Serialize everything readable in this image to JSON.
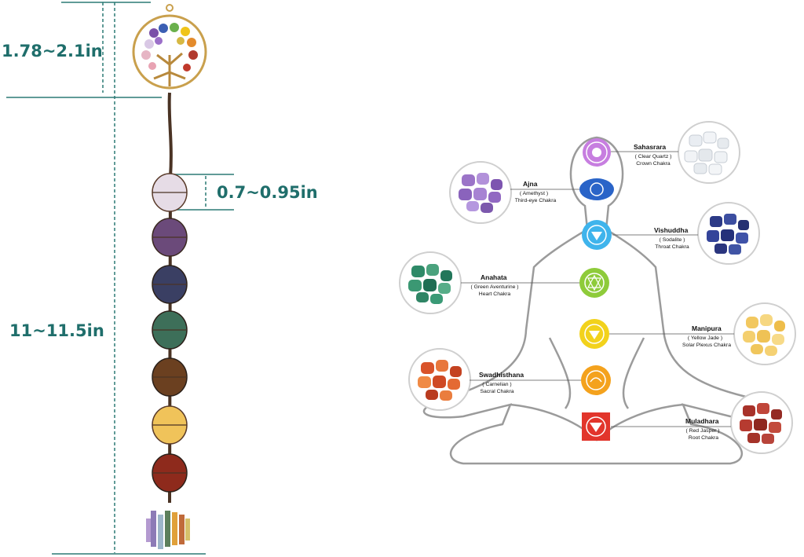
{
  "measurements": {
    "pendant_height": "1.78~2.1in",
    "bead_size": "0.7~0.95in",
    "total_length": "11~11.5in"
  },
  "colors": {
    "dimension_text": "#1f6e6b",
    "dimension_line": "#2b7a75",
    "body_outline": "#9b9b9b"
  },
  "chakras": [
    {
      "name": "Sahasrara",
      "stone": "( Clear Quartz )",
      "type": "Crown Chakra",
      "color": "#c77ee0",
      "symbol": "crown-chakra-symbol"
    },
    {
      "name": "Ajna",
      "stone": "( Amethyst )",
      "type": "Third-eye Chakra",
      "color": "#2a64c8",
      "symbol": "third-eye-chakra-symbol"
    },
    {
      "name": "Vishuddha",
      "stone": "( Sodalite )",
      "type": "Throat Chakra",
      "color": "#3fb4ec",
      "symbol": "throat-chakra-symbol"
    },
    {
      "name": "Anahata",
      "stone": "( Green Aventurine )",
      "type": "Heart Chakra",
      "color": "#8ecb3a",
      "symbol": "heart-chakra-symbol"
    },
    {
      "name": "Manipura",
      "stone": "( Yellow Jade )",
      "type": "Solar Plexus Chakra",
      "color": "#f2d21c",
      "symbol": "solar-plexus-chakra-symbol"
    },
    {
      "name": "Swadhisthana",
      "stone": "( Carnelian )",
      "type": "Sacral Chakra",
      "color": "#f4a21d",
      "symbol": "sacral-chakra-symbol"
    },
    {
      "name": "Muladhara",
      "stone": "( Red Jasper )",
      "type": "Root Chakra",
      "color": "#e2352b",
      "symbol": "root-chakra-symbol"
    }
  ]
}
